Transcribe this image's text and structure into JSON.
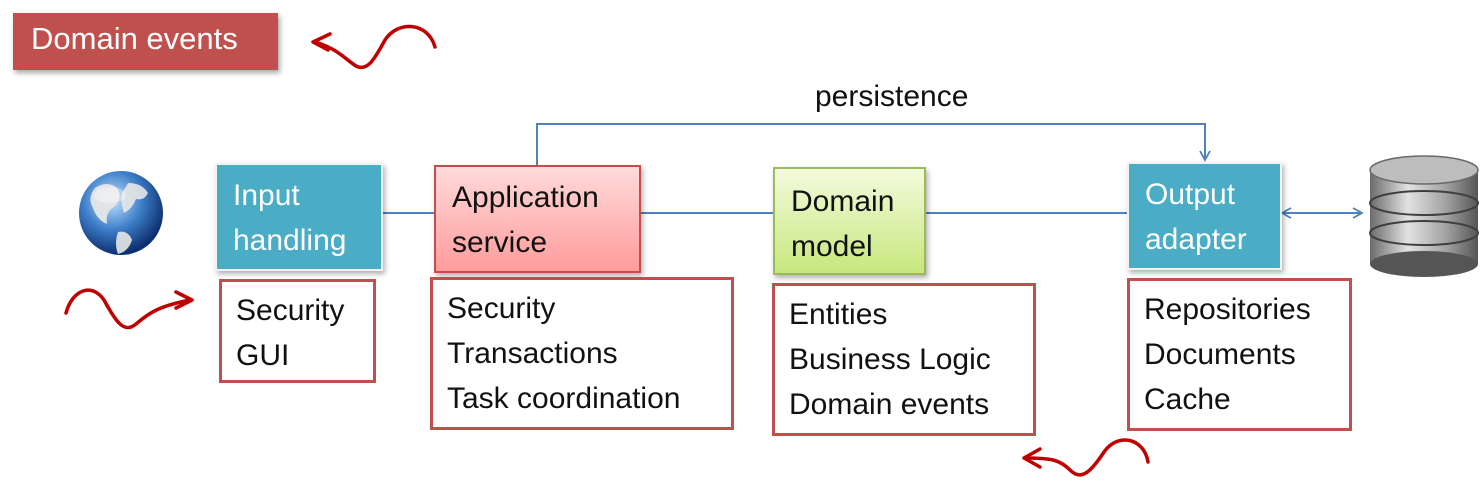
{
  "tag": "Domain events",
  "persistence_label": "persistence",
  "layers": [
    {
      "line1": "Input",
      "line2": "handling",
      "items": [
        "Security",
        "GUI"
      ]
    },
    {
      "line1": "Application",
      "line2": "service",
      "items": [
        "Security",
        "Transactions",
        "Task coordination"
      ]
    },
    {
      "line1": "Domain",
      "line2": "model",
      "items": [
        "Entities",
        "Business Logic",
        "Domain events"
      ]
    },
    {
      "line1": "Output",
      "line2": "adapter",
      "items": [
        "Repositories",
        "Documents",
        "Cache"
      ]
    }
  ],
  "colors": {
    "tag": "#c0504d",
    "teal": "#4bacc6",
    "pink": "#ff9c9c",
    "green": "#c7e77d",
    "connector": "#4f81bd",
    "scribble": "#c00000",
    "list_border": "#c0504d"
  },
  "icons": [
    "globe-icon",
    "database-icon",
    "scribble-arrow-icon"
  ]
}
